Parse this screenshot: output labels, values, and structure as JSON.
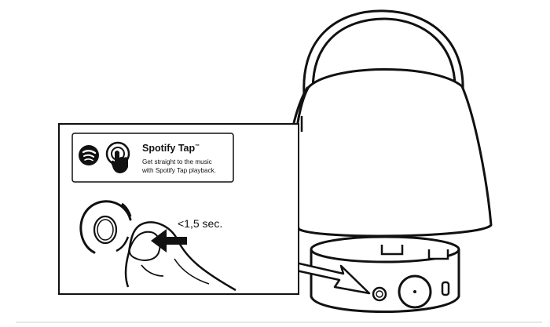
{
  "inset": {
    "card": {
      "brand_icon": "spotify-logo-icon",
      "tap_icon": "finger-tap-icon",
      "title": "Spotify Tap",
      "trademark": "™",
      "description_line1": "Get straight to the music",
      "description_line2": "with Spotify Tap playback."
    },
    "press_label": "<1,5 sec."
  },
  "colors": {
    "ink": "#111111",
    "paper": "#ffffff",
    "divider": "#cccccc"
  }
}
